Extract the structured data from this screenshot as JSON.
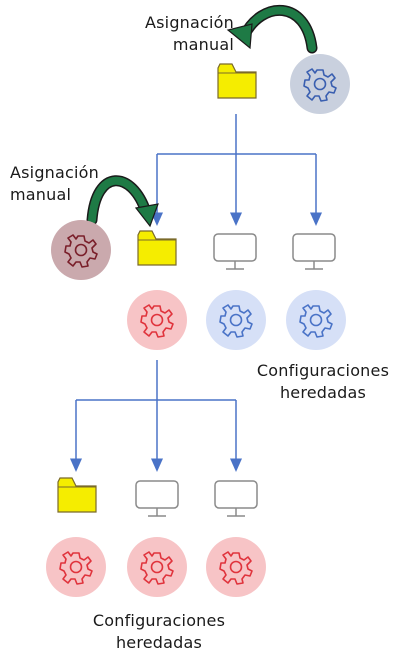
{
  "labels": {
    "manual_assignment_top": [
      "Asignación",
      "manual"
    ],
    "manual_assignment_mid": [
      "Asignación",
      "manual"
    ],
    "inherited_mid": [
      "Configuraciones",
      "heredadas"
    ],
    "inherited_bottom": [
      "Configuraciones",
      "heredadas"
    ]
  },
  "colors": {
    "connector": "#4a73c7",
    "folder_fill": "#f5ed00",
    "folder_stroke": "#7a6a2a",
    "monitor_stroke": "#8a8a8a",
    "arrow_green": "#1e7a45",
    "gear_policy_bg": "#c9d0de",
    "gear_policy_stroke": "#3a5fb0",
    "gear_manual_mid_bg": "#caa9ad",
    "gear_manual_mid_stroke": "#7a1f2a",
    "gear_red_bg": "#f7c4c6",
    "gear_red_stroke": "#e0343d",
    "gear_blue_bg": "#d6e0f7",
    "gear_blue_stroke": "#4a73c7"
  },
  "icons": {
    "folder": "folder-icon",
    "monitor": "monitor-icon",
    "gear": "gear-icon",
    "curved_arrow": "curved-arrow-icon"
  }
}
